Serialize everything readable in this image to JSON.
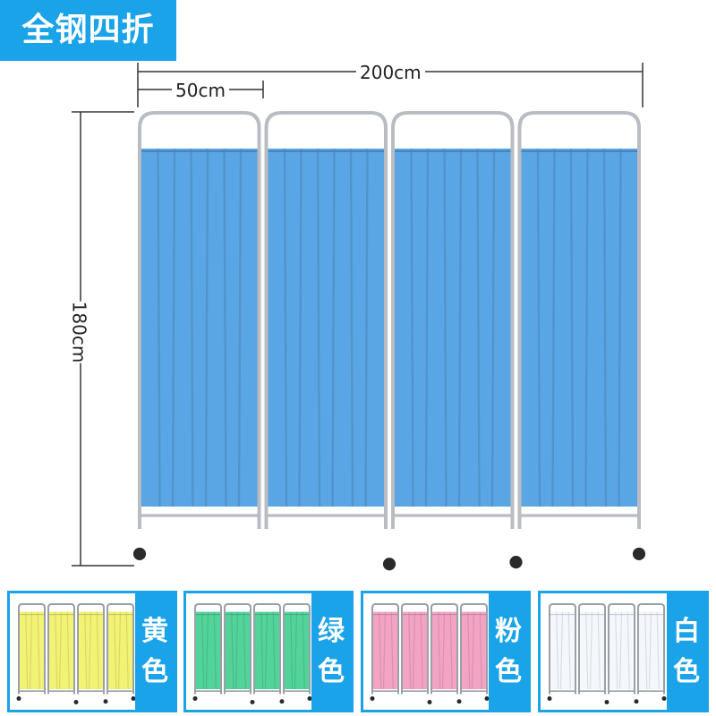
{
  "title": "全钢四折",
  "dimensions": {
    "total_width": "200cm",
    "panel_width": "50cm",
    "height": "180cm"
  },
  "main_screen": {
    "panel_count": 4,
    "fabric_color": "#5aa6e4",
    "frame_color": "#b9bcc2"
  },
  "variants": [
    {
      "label_top": "黄",
      "label_bottom": "色",
      "fabric_color": "#f2f275"
    },
    {
      "label_top": "绿",
      "label_bottom": "色",
      "fabric_color": "#52d39a"
    },
    {
      "label_top": "粉",
      "label_bottom": "色",
      "fabric_color": "#f3a3c4"
    },
    {
      "label_top": "白",
      "label_bottom": "色",
      "fabric_color": "#f4f8fc"
    }
  ],
  "colors": {
    "accent": "#1aa3e8"
  }
}
